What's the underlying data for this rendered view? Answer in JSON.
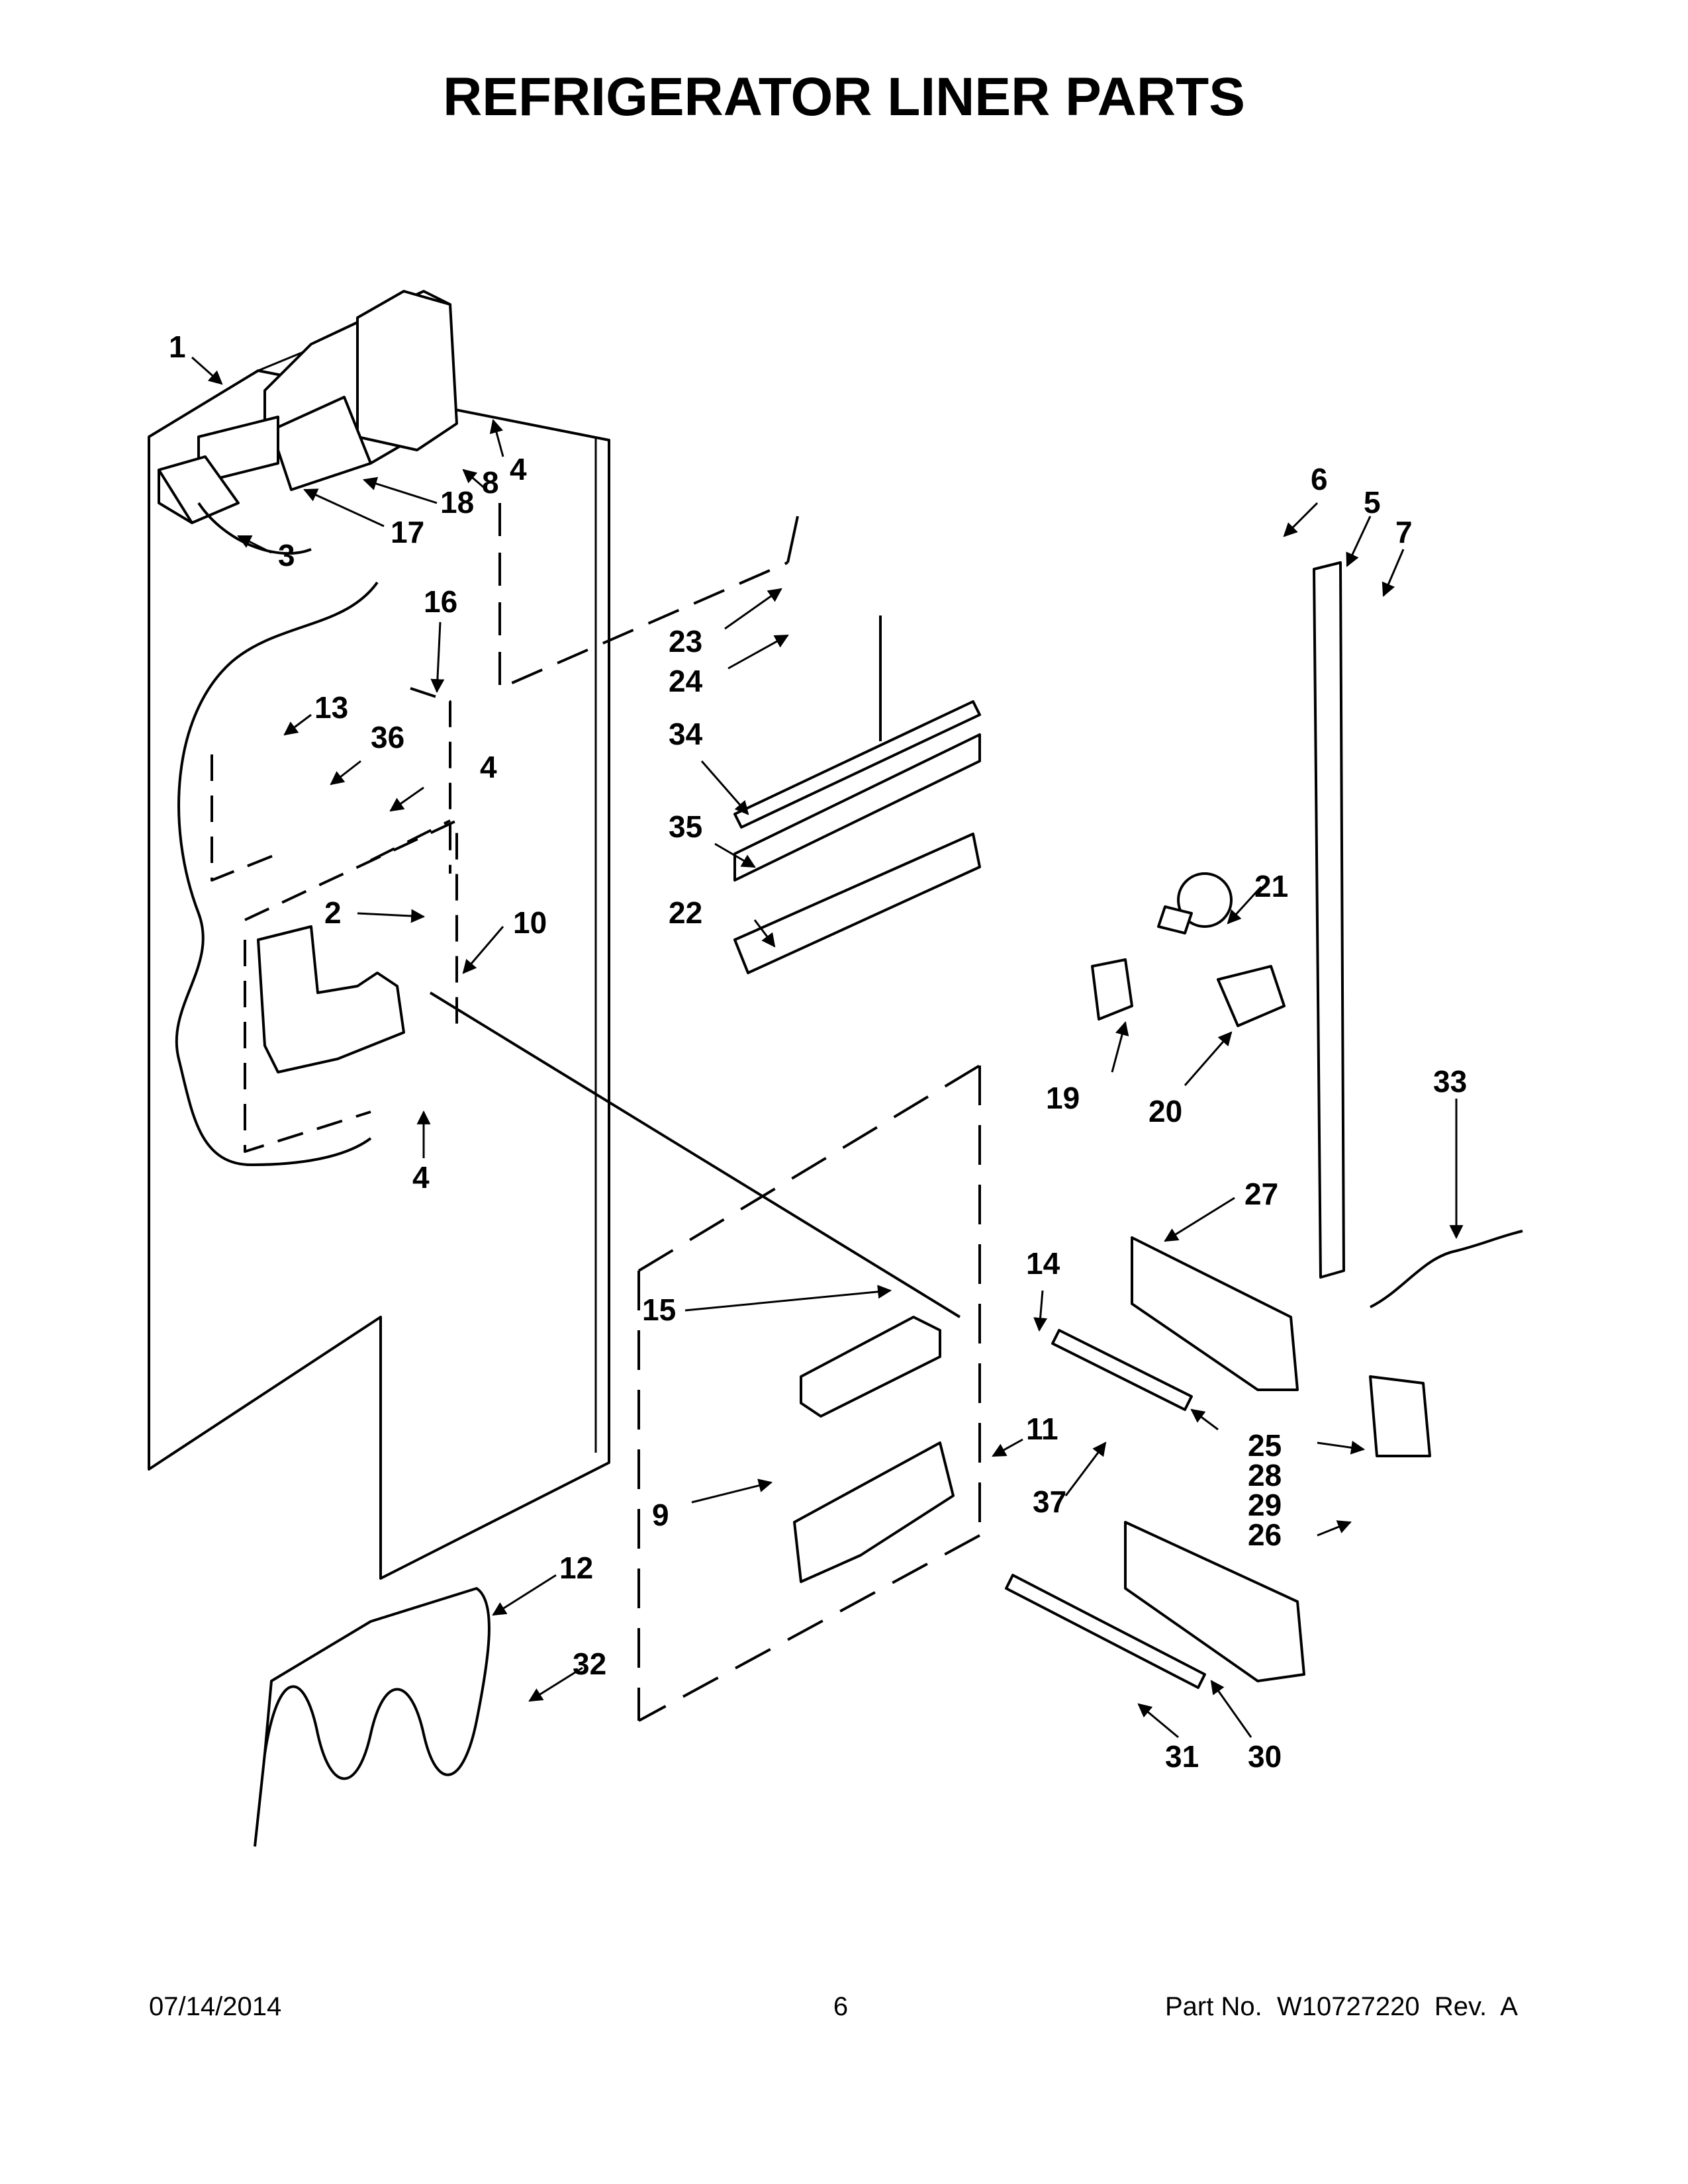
{
  "title": "REFRIGERATOR LINER PARTS",
  "footer": {
    "date": "07/14/2014",
    "page": "6",
    "part": "Part No.  W10727220  Rev.  A"
  },
  "callouts": [
    {
      "id": "c1",
      "label": "1"
    },
    {
      "id": "c2",
      "label": "2"
    },
    {
      "id": "c3",
      "label": "3"
    },
    {
      "id": "c4a",
      "label": "4"
    },
    {
      "id": "c4b",
      "label": "4"
    },
    {
      "id": "c4c",
      "label": "4"
    },
    {
      "id": "c5",
      "label": "5"
    },
    {
      "id": "c6",
      "label": "6"
    },
    {
      "id": "c7",
      "label": "7"
    },
    {
      "id": "c8",
      "label": "8"
    },
    {
      "id": "c9",
      "label": "9"
    },
    {
      "id": "c10",
      "label": "10"
    },
    {
      "id": "c11",
      "label": "11"
    },
    {
      "id": "c12",
      "label": "12"
    },
    {
      "id": "c13",
      "label": "13"
    },
    {
      "id": "c14",
      "label": "14"
    },
    {
      "id": "c15",
      "label": "15"
    },
    {
      "id": "c16",
      "label": "16"
    },
    {
      "id": "c17",
      "label": "17"
    },
    {
      "id": "c18",
      "label": "18"
    },
    {
      "id": "c19",
      "label": "19"
    },
    {
      "id": "c20",
      "label": "20"
    },
    {
      "id": "c21",
      "label": "21"
    },
    {
      "id": "c22",
      "label": "22"
    },
    {
      "id": "c23",
      "label": "23"
    },
    {
      "id": "c24",
      "label": "24"
    },
    {
      "id": "c25",
      "label": "25"
    },
    {
      "id": "c26",
      "label": "26"
    },
    {
      "id": "c27",
      "label": "27"
    },
    {
      "id": "c28",
      "label": "28"
    },
    {
      "id": "c29",
      "label": "29"
    },
    {
      "id": "c30",
      "label": "30"
    },
    {
      "id": "c31",
      "label": "31"
    },
    {
      "id": "c32",
      "label": "32"
    },
    {
      "id": "c33",
      "label": "33"
    },
    {
      "id": "c34",
      "label": "34"
    },
    {
      "id": "c35",
      "label": "35"
    },
    {
      "id": "c36",
      "label": "36"
    },
    {
      "id": "c37",
      "label": "37"
    }
  ]
}
